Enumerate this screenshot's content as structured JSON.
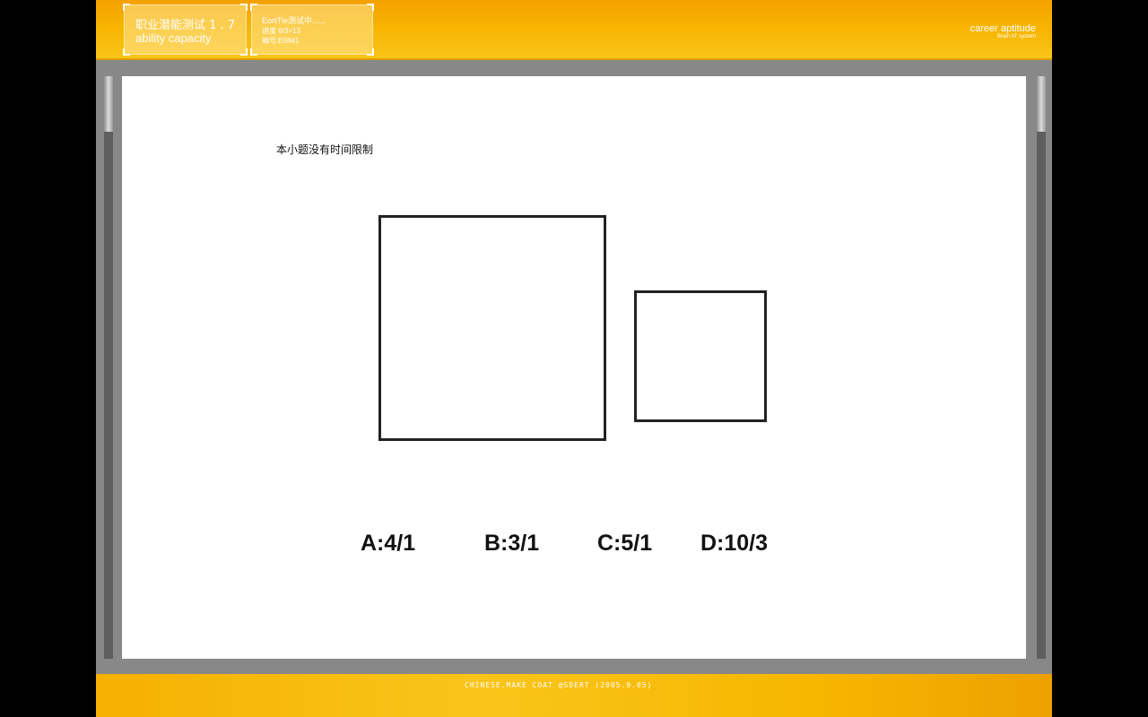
{
  "header": {
    "title_cn": "职业潜能测试 1 . 7",
    "title_en": "ability capacity",
    "status_line_1": "EortTle测试中......",
    "status_line_2": "进度 6/3>13",
    "status_line_3": "编号:E0841",
    "brand_main": "career aptitude",
    "brand_sub": "Brain AT system"
  },
  "question": {
    "instruction": "本小题没有时间限制",
    "options": [
      {
        "label": "A:4/1"
      },
      {
        "label": "B:3/1"
      },
      {
        "label": "C:5/1"
      },
      {
        "label": "D:10/3"
      }
    ]
  },
  "footer": {
    "credit": "CHINESE.MAKE   COAT   @SDERT  (2005.9.05)"
  },
  "colors": {
    "accent_orange": "#f7b400",
    "frame_gray": "#888888",
    "content_bg": "#ffffff",
    "figure_stroke": "#222222"
  }
}
